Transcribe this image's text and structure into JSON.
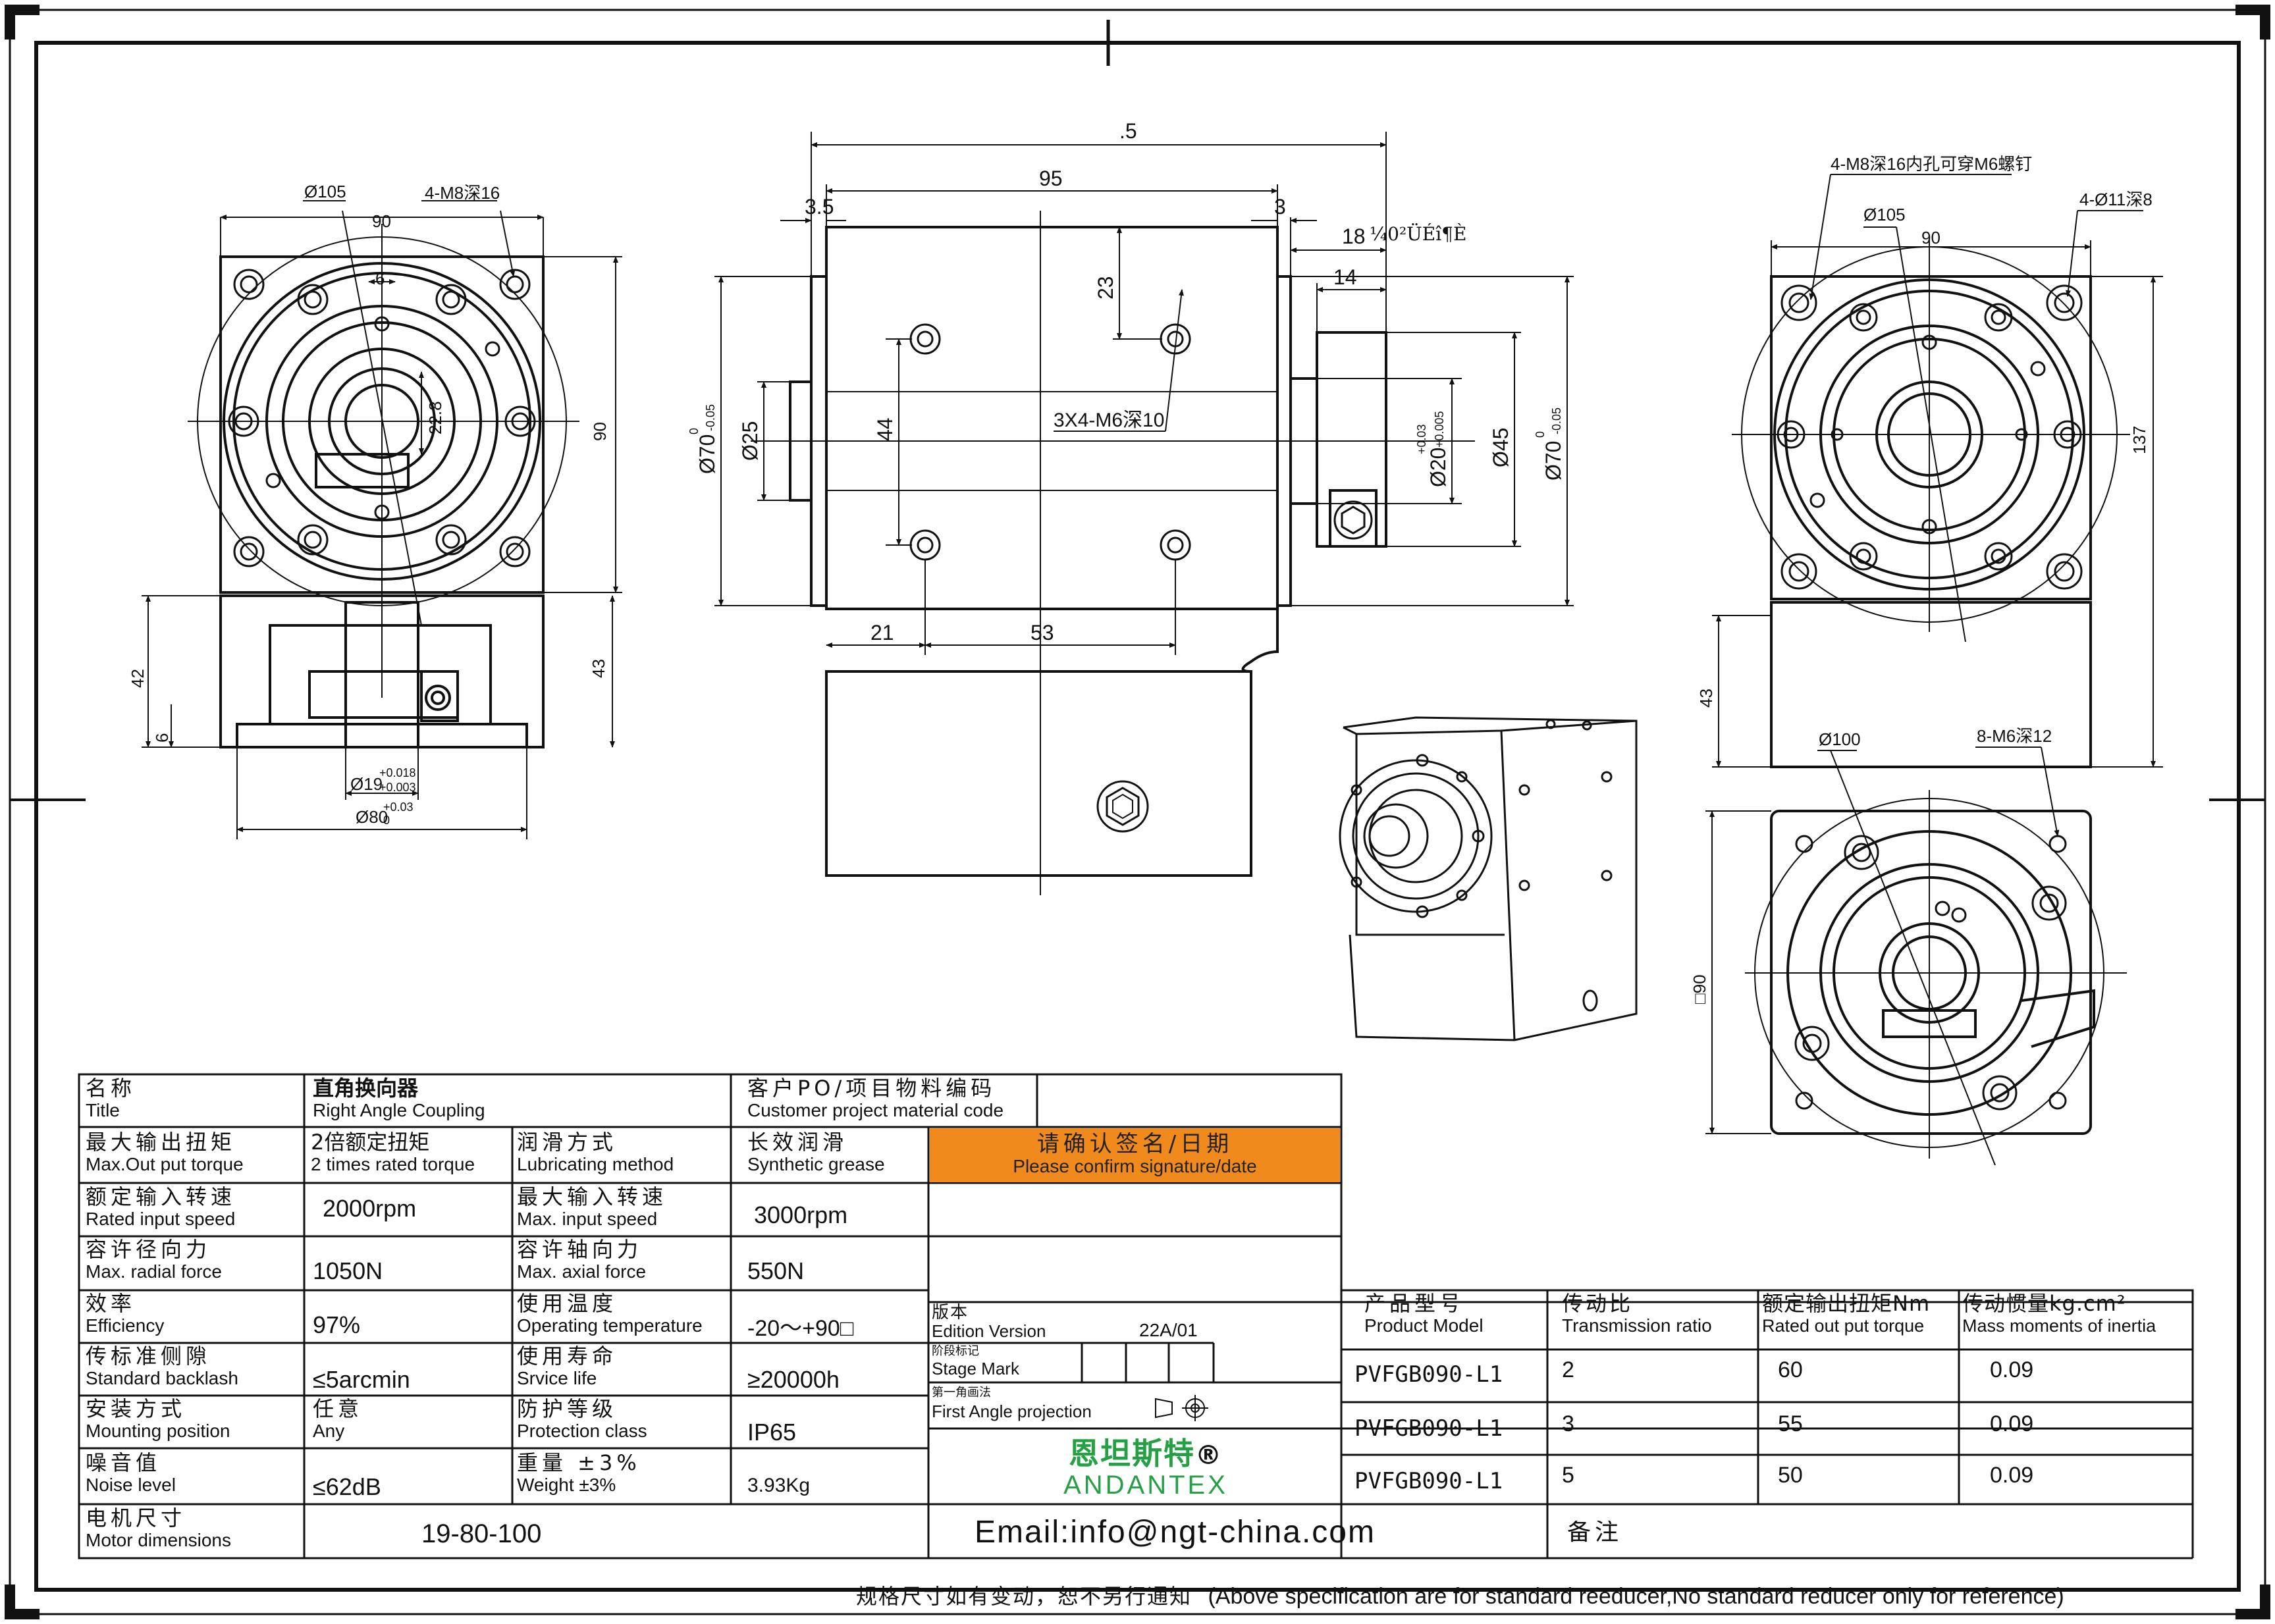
{
  "dims": {
    "left": {
      "d105": "Ø105",
      "hole": "4-M8深16",
      "w90": "90",
      "six": "6",
      "d228": "22.8",
      "h90": "90",
      "h42": "42",
      "h43": "43",
      "h6": "6",
      "d19": "Ø19",
      "d19tol_up": "+0.018",
      "d19tol_lo": "+0.003",
      "d80": "Ø80",
      "d80tol_up": "+0.03",
      "d80tol_lo": "0"
    },
    "center": {
      "top5": ".5",
      "w95": "95",
      "w35": "3.5",
      "w3": "3",
      "w18": "18",
      "w18garble": "¼0²ÜÉî¶È",
      "w14": "14",
      "d70": "Ø70",
      "d70tol_up": "0",
      "d70tol_lo": "-0.05",
      "d25": "Ø25",
      "h44": "44",
      "h23": "23",
      "m6": "3X4-M6深10",
      "d20": "Ø20",
      "d20tol_up": "+0.03",
      "d20tol_lo": "+0.005",
      "d45": "Ø45",
      "d70r": "Ø70",
      "d70rtol_up": "0",
      "d70rtol_lo": "-0.05",
      "w21": "21",
      "w53": "53"
    },
    "right": {
      "hole1": "4-M8深16内孔可穿M6螺钉",
      "d105": "Ø105",
      "hole2": "4-Ø11深8",
      "w90": "90",
      "h137": "137",
      "h43": "43",
      "d100": "Ø100",
      "m6": "8-M6深12",
      "sq90": "□90"
    }
  },
  "title_block": {
    "title": {
      "cn": "名称",
      "en": "Title",
      "value_cn": "直角换向器",
      "value_en": "Right Angle Coupling"
    },
    "customer": {
      "cn": "客户PO/项目物料编码",
      "en": "Customer project material code",
      "value": ""
    },
    "max_torque": {
      "cn": "最大输出扭矩",
      "en": "Max.Out put torque",
      "value_cn": "2倍额定扭矩",
      "value_en": "2 times rated torque"
    },
    "lubrication": {
      "cn": "润滑方式",
      "en": "Lubricating method",
      "value_cn": "长效润滑",
      "value_en": "Synthetic grease"
    },
    "confirm": {
      "cn": "请确认签名/日期",
      "en": "Please confirm signature/date"
    },
    "rated_speed": {
      "cn": "额定输入转速",
      "en": "Rated input speed",
      "value": "2000rpm"
    },
    "max_speed": {
      "cn": "最大输入转速",
      "en": "Max. input speed",
      "value": "3000rpm"
    },
    "radial": {
      "cn": "容许径向力",
      "en": "Max. radial force",
      "value": "1050N"
    },
    "axial": {
      "cn": "容许轴向力",
      "en": "Max. axial force",
      "value": "550N"
    },
    "efficiency": {
      "cn": "效率",
      "en": "Efficiency",
      "value": "97%"
    },
    "temperature": {
      "cn": "使用温度",
      "en": "Operating temperature",
      "value": "-20〜+90□"
    },
    "backlash": {
      "cn": "传标准侧隙",
      "en": "Standard backlash",
      "value": "≤5arcmin"
    },
    "life": {
      "cn": "使用寿命",
      "en": "Srvice life",
      "value": "≥20000h"
    },
    "mounting": {
      "cn": "安装方式",
      "en": "Mounting position",
      "value_cn": "任意",
      "value_en": "Any"
    },
    "protection": {
      "cn": "防护等级",
      "en": "Protection class",
      "value": "IP65"
    },
    "noise": {
      "cn": "噪音值",
      "en": "Noise level",
      "value": "≤62dB"
    },
    "weight": {
      "cn": "重量 ±3%",
      "en": "Weight ±3%",
      "value": "3.93Kg"
    },
    "motor": {
      "cn": "电机尺寸",
      "en": "Motor dimensions",
      "value": "19-80-100"
    },
    "edition": {
      "cn": "版本",
      "en": "Edition Version",
      "value": "22A/01"
    },
    "stage": {
      "cn": "阶段标记",
      "en": "Stage Mark"
    },
    "projection": {
      "cn": "第一角画法",
      "en": "First Angle projection"
    },
    "logo": {
      "cn": "恩坦斯特",
      "reg": "®",
      "en": "ANDANTEX"
    },
    "email": "Email:info@ngt-china.com",
    "remark": "备注"
  },
  "products": {
    "headers": [
      {
        "cn": "产品型号",
        "en": "Product Model"
      },
      {
        "cn": "传动比",
        "en": "Transmission ratio"
      },
      {
        "cn": "额定输出扭矩Nm",
        "en": "Rated out put torque"
      },
      {
        "cn": "传动惯量kg.cm²",
        "en": "Mass moments of inertia"
      }
    ],
    "rows": [
      {
        "model": "PVFGB090-L1",
        "ratio": "2",
        "torque": "60",
        "inertia": "0.09"
      },
      {
        "model": "PVFGB090-L1",
        "ratio": "3",
        "torque": "55",
        "inertia": "0.09"
      },
      {
        "model": "PVFGB090-L1",
        "ratio": "5",
        "torque": "50",
        "inertia": "0.09"
      }
    ]
  },
  "footer": {
    "cn": "规格尺寸如有变动，恕不另行通知",
    "en": "(Above specification are for standard reeducer,No standard reducer only for reference)"
  }
}
